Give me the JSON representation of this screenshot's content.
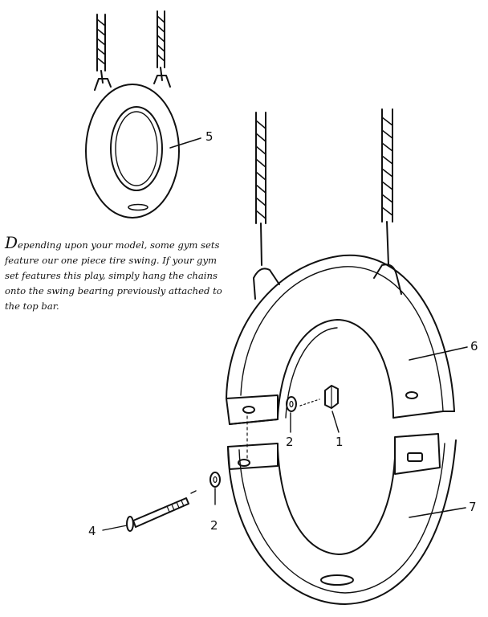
{
  "caption": {
    "drop_cap": "D",
    "lines": [
      "epending upon your model, some gym sets",
      "feature our one piece tire swing. If your gym",
      "set features this play, simply hang the chains",
      "onto the swing bearing previously attached to",
      "the top bar."
    ]
  },
  "callouts": {
    "c1": "1",
    "c2a": "2",
    "c2b": "2",
    "c4": "4",
    "c5": "5",
    "c6": "6",
    "c7": "7"
  },
  "parts": [
    {
      "number": "1",
      "icon": "nut-icon"
    },
    {
      "number": "2",
      "icon": "washer-icon"
    },
    {
      "number": "4",
      "icon": "bolt-icon"
    },
    {
      "number": "5",
      "icon": "one-piece-tire-swing"
    },
    {
      "number": "6",
      "icon": "upper-swing-half"
    },
    {
      "number": "7",
      "icon": "lower-swing-half"
    }
  ]
}
